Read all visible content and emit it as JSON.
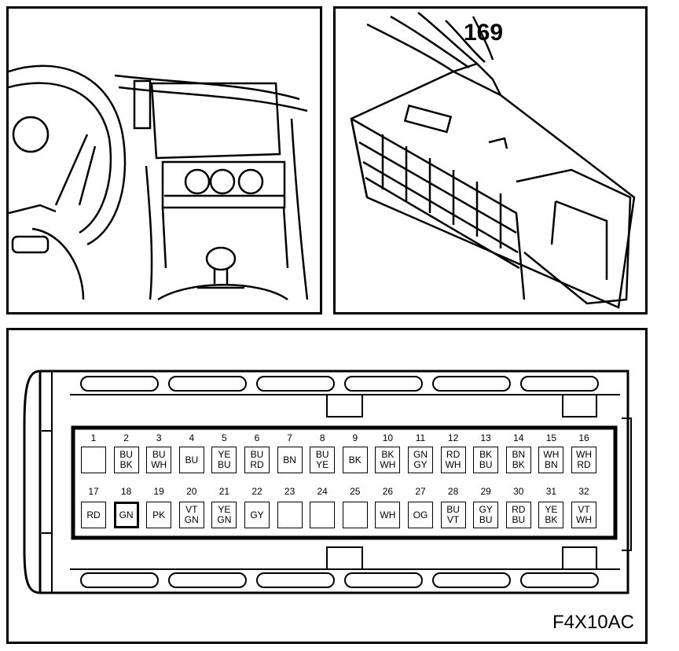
{
  "connector_ref": "169",
  "figure_code": "F4X10AC",
  "pins": [
    {
      "num": "1",
      "c1": "",
      "c2": ""
    },
    {
      "num": "2",
      "c1": "BU",
      "c2": "BK"
    },
    {
      "num": "3",
      "c1": "BU",
      "c2": "WH"
    },
    {
      "num": "4",
      "c1": "BU",
      "c2": ""
    },
    {
      "num": "5",
      "c1": "YE",
      "c2": "BU"
    },
    {
      "num": "6",
      "c1": "BU",
      "c2": "RD"
    },
    {
      "num": "7",
      "c1": "BN",
      "c2": ""
    },
    {
      "num": "8",
      "c1": "BU",
      "c2": "YE"
    },
    {
      "num": "9",
      "c1": "BK",
      "c2": ""
    },
    {
      "num": "10",
      "c1": "BK",
      "c2": "WH"
    },
    {
      "num": "11",
      "c1": "GN",
      "c2": "GY"
    },
    {
      "num": "12",
      "c1": "RD",
      "c2": "WH"
    },
    {
      "num": "13",
      "c1": "BK",
      "c2": "BU"
    },
    {
      "num": "14",
      "c1": "BN",
      "c2": "BK"
    },
    {
      "num": "15",
      "c1": "WH",
      "c2": "BN"
    },
    {
      "num": "16",
      "c1": "WH",
      "c2": "RD"
    },
    {
      "num": "17",
      "c1": "RD",
      "c2": ""
    },
    {
      "num": "18",
      "c1": "GN",
      "c2": "",
      "highlight": true
    },
    {
      "num": "19",
      "c1": "PK",
      "c2": ""
    },
    {
      "num": "20",
      "c1": "VT",
      "c2": "GN"
    },
    {
      "num": "21",
      "c1": "YE",
      "c2": "GN"
    },
    {
      "num": "22",
      "c1": "GY",
      "c2": ""
    },
    {
      "num": "23",
      "c1": "",
      "c2": ""
    },
    {
      "num": "24",
      "c1": "",
      "c2": ""
    },
    {
      "num": "25",
      "c1": "",
      "c2": ""
    },
    {
      "num": "26",
      "c1": "WH",
      "c2": ""
    },
    {
      "num": "27",
      "c1": "OG",
      "c2": ""
    },
    {
      "num": "28",
      "c1": "BU",
      "c2": "VT"
    },
    {
      "num": "29",
      "c1": "GY",
      "c2": "BU"
    },
    {
      "num": "30",
      "c1": "RD",
      "c2": "BU"
    },
    {
      "num": "31",
      "c1": "YE",
      "c2": "BK"
    },
    {
      "num": "32",
      "c1": "VT",
      "c2": "WH"
    }
  ]
}
